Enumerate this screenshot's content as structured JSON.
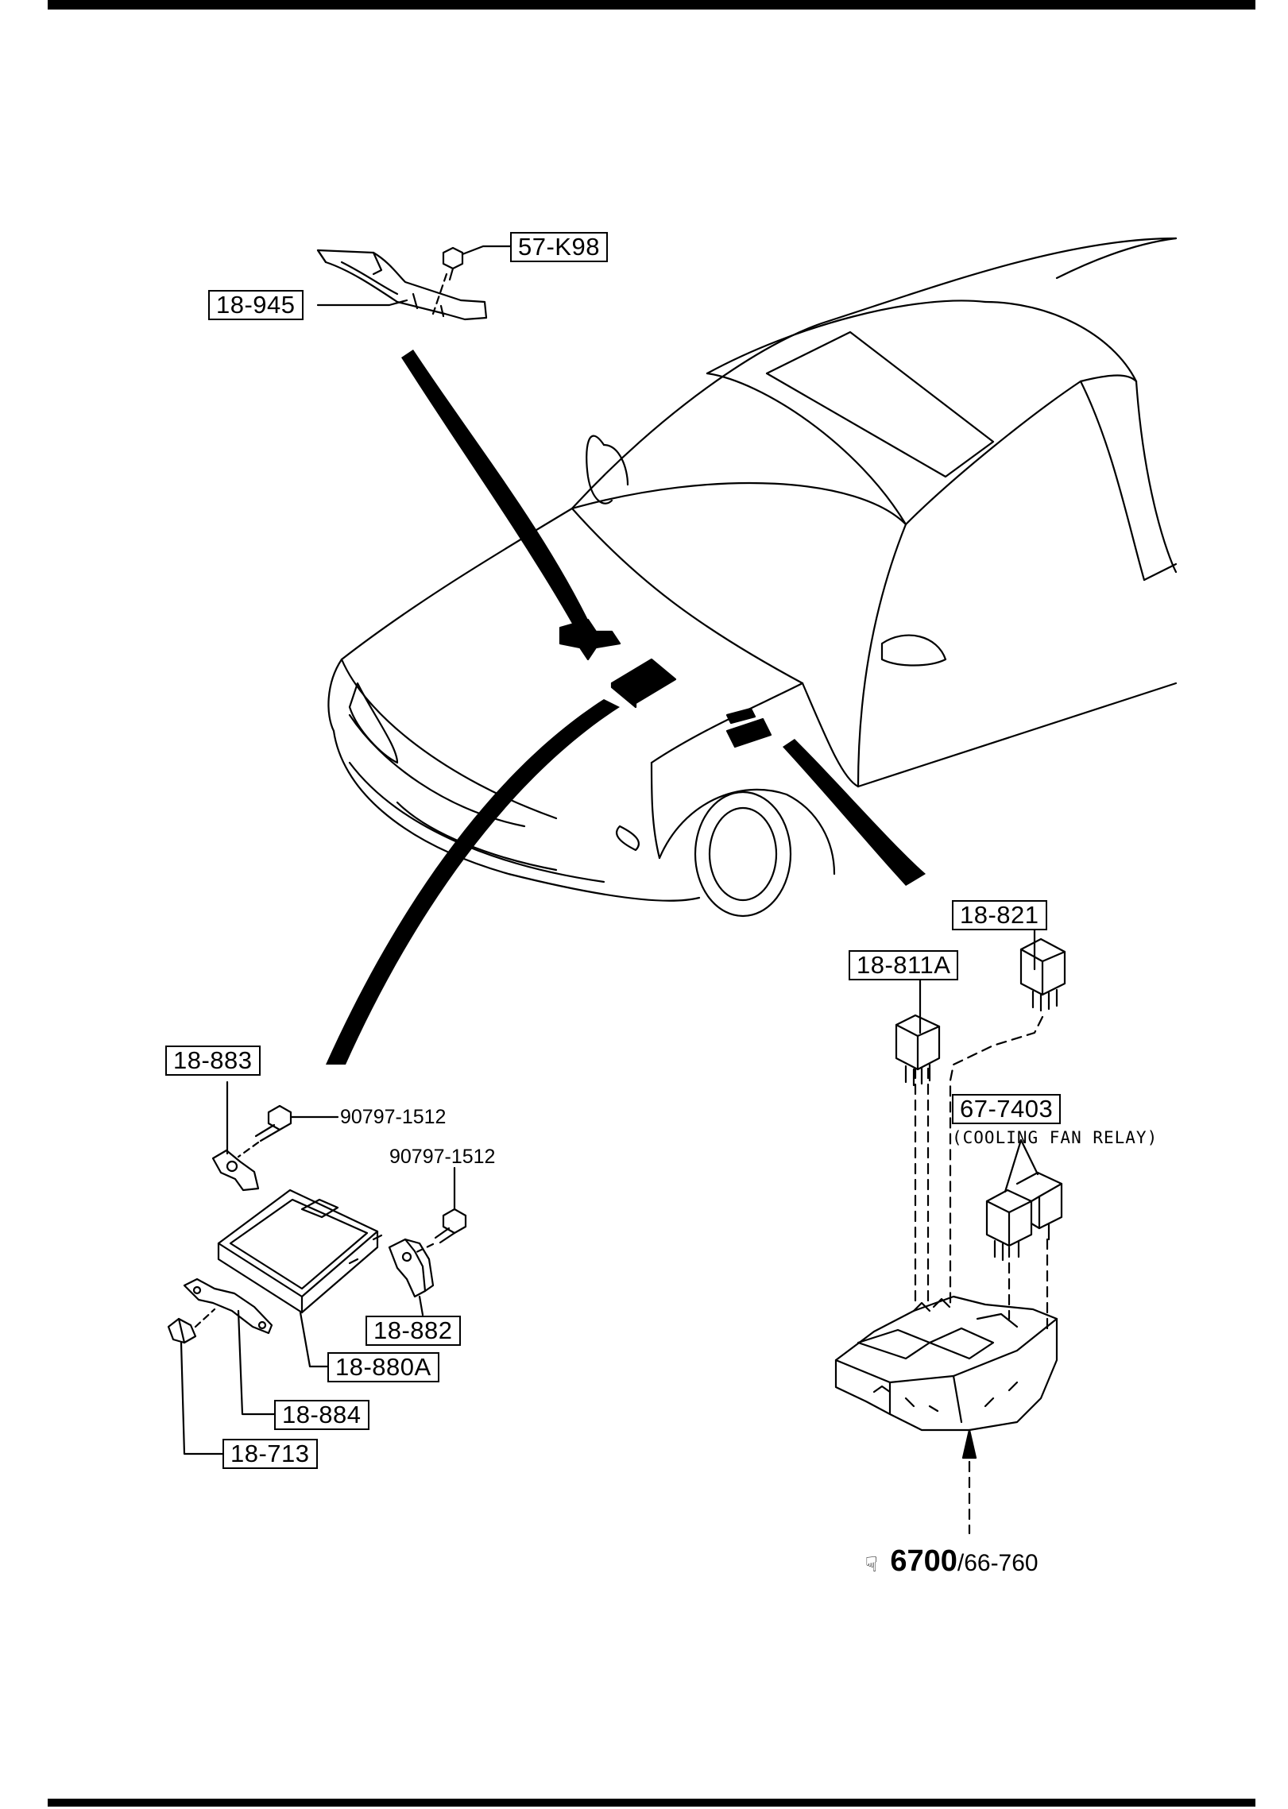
{
  "callouts": {
    "c57k98": "57-K98",
    "c18945": "18-945",
    "c18821": "18-821",
    "c18811a": "18-811A",
    "c677403": "67-7403",
    "c18883": "18-883",
    "c18882": "18-882",
    "c18880a": "18-880A",
    "c18884": "18-884",
    "c18713": "18-713"
  },
  "labels": {
    "bolt_upper": "90797-1512",
    "bolt_lower": "90797-1512",
    "cooling_fan_relay_note": "(COOLING FAN RELAY)"
  },
  "reference": {
    "icon": "pointing-hand-icon",
    "main": "6700",
    "sub": "/66-760"
  }
}
